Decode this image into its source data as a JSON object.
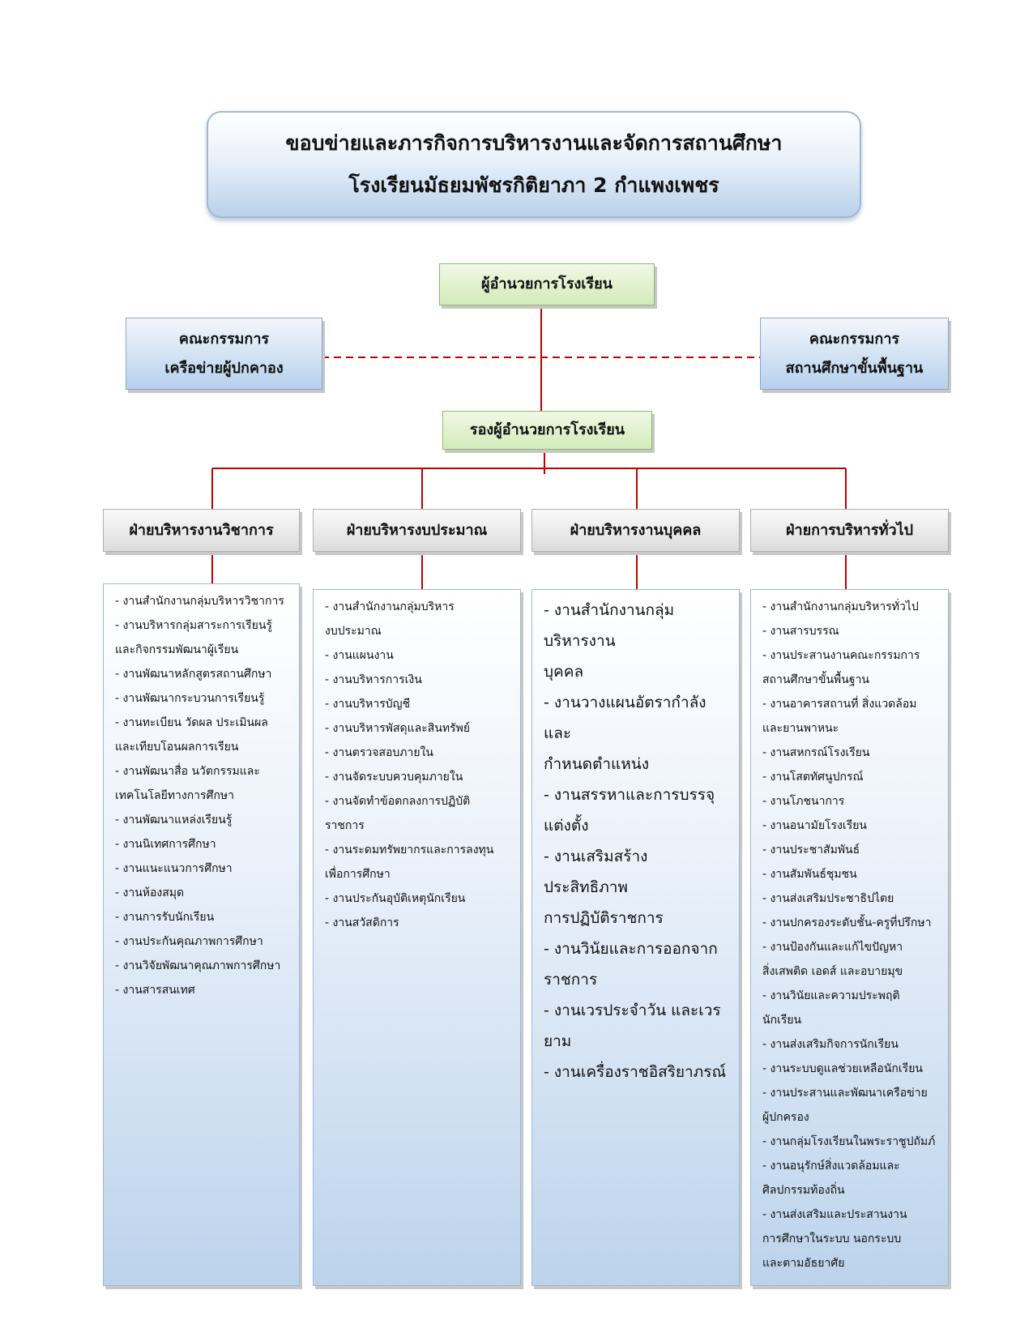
{
  "title": {
    "line1": "ขอบข่ายและภารกิจการบริหารงานและจัดการสถานศึกษา",
    "line2": "โรงเรียนมัธยมพัชรกิติยาภา 2  กำแพงเพชร"
  },
  "director": "ผู้อำนวยการโรงเรียน",
  "deputy": "รองผู้อำนวยการโรงเรียน",
  "committee_left": {
    "line1": "คณะกรรมการ",
    "line2": "เครือข่ายผู้ปกคาอง"
  },
  "committee_right": {
    "line1": "คณะกรรมการ",
    "line2": "สถานศึกษาขั้นพื้นฐาน"
  },
  "colors": {
    "line": "#c00000"
  },
  "departments": [
    {
      "name": "ฝ่ายบริหารงานวิชาการ",
      "items": [
        "- งานสำนักงานกลุ่มบริหารวิชาการ",
        "- งานบริหารกลุ่มสาระการเรียนรู้\n  และกิจกรรมพัฒนาผู้เรียน",
        "- งานพัฒนาหลักสูตรสถานศึกษา",
        "- งานพัฒนากระบวนการเรียนรู้",
        "- งานทะเบียน วัดผล ประเมินผล\n  และเทียบโอนผลการเรียน",
        "- งานพัฒนาสื่อ นวัตกรรมและ\n  เทคโนโลยีทางการศึกษา",
        "- งานพัฒนาแหล่งเรียนรู้",
        "- งานนิเทศการศึกษา",
        "- งานแนะแนวการศึกษา",
        "- งานห้องสมุด",
        "- งานการรับนักเรียน",
        "- งานประกันคุณภาพการศึกษา",
        "- งานวิจัยพัฒนาคุณภาพการศึกษา",
        "- งานสารสนเทศ"
      ]
    },
    {
      "name": "ฝ่ายบริหารงบประมาณ",
      "items": [
        "- งานสำนักงานกลุ่มบริหาร\nงบประมาณ",
        "- งานแผนงาน",
        "- งานบริหารการเงิน",
        "- งานบริหารบัญชี",
        "- งานบริหารพัสดุและสินทรัพย์",
        "- งานตรวจสอบภายใน",
        "- งานจัดระบบควบคุมภายใน",
        "- งานจัดทำข้อตกลงการปฏิบัติ\nราชการ",
        "- งานระดมทรัพยากรและการลงทุน\n  เพื่อการศึกษา",
        "- งานประกันอุบัติเหตุนักเรียน",
        "- งานสวัสดิการ"
      ]
    },
    {
      "name": "ฝ่ายบริหารงานบุคคล",
      "items": [
        "- งานสำนักงานกลุ่ม\nบริหารงาน\n  บุคคล",
        "- งานวางแผนอัตรากำลังและ\n  กำหนดตำแหน่ง",
        "- งานสรรหาและการบรรจุ\nแต่งตั้ง",
        "- งานเสริมสร้างประสิทธิภาพ\n  การปฏิบัติราชการ",
        "- งานวินัยและการออกจาก\nราชการ",
        "- งานเวรประจำวัน และเวร\nยาม",
        "- งานเครื่องราชอิสริยาภรณ์"
      ]
    },
    {
      "name": "ฝ่ายการบริหารทั่วไป",
      "items": [
        "- งานสำนักงานกลุ่มบริหารทั่วไป",
        "- งานสารบรรณ",
        "- งานประสานงานคณะกรรมการ\n  สถานศึกษาขั้นพื้นฐาน",
        "- งานอาคารสถานที่  สิ่งแวดล้อม\n  และยานพาหนะ",
        "- งานสหกรณ์โรงเรียน",
        "- งานโสตทัศนูปกรณ์",
        "- งานโภชนาการ",
        "- งานอนามัยโรงเรียน",
        "- งานประชาสัมพันธ์",
        "- งานสัมพันธ์ชุมชน",
        "- งานส่งเสริมประชาธิปไตย",
        "- งานปกครองระดับชั้น-ครูที่ปรึกษา",
        "- งานป้องกันและแก้ไขปัญหา\n  สิ่งเสพติด เอดส์ และอบายมุข",
        "- งานวินัยและความประพฤติ\n  นักเรียน",
        "- งานส่งเสริมกิจการนักเรียน",
        "- งานระบบดูแลช่วยเหลือนักเรียน",
        "- งานประสานและพัฒนาเครือข่าย\n  ผู้ปกครอง",
        "- งานกลุ่มโรงเรียนในพระราชูปถัมภ์",
        "- งานอนุรักษ์สิ่งแวดล้อมและ\n  ศิลปกรรมท้องถิ่น",
        "- งานส่งเสริมและประสานงาน\n  การศึกษาในระบบ นอกระบบ\n  และตามอัธยาศัย"
      ]
    }
  ]
}
